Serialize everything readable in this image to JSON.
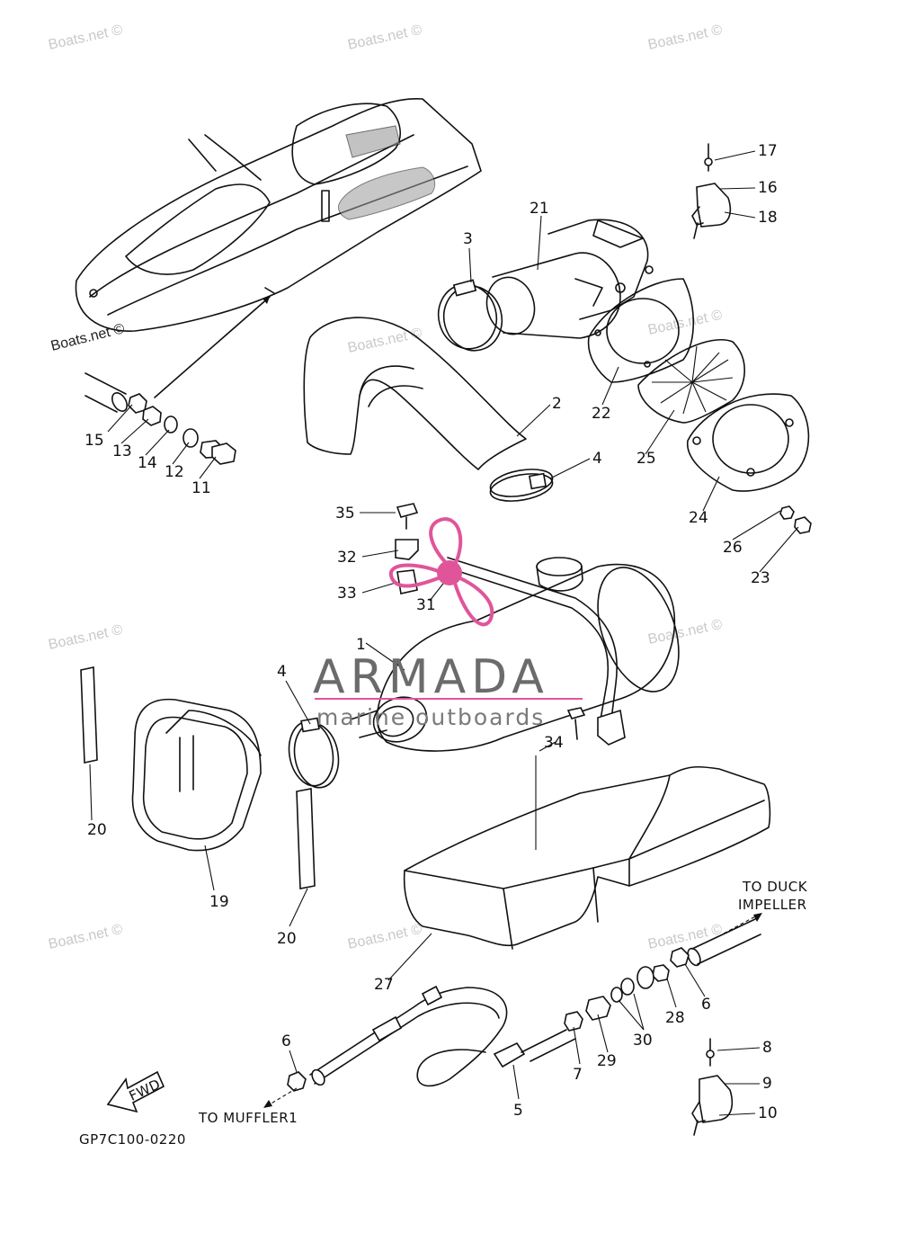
{
  "watermark": {
    "text": "Boats.net ©"
  },
  "brand": {
    "name": "ARMADA",
    "tagline": "marine outboards",
    "accent_color": "#e0559a",
    "text_color": "#6b6b6b"
  },
  "callouts": {
    "c1": "1",
    "c2": "2",
    "c3": "3",
    "c4a": "4",
    "c4b": "4",
    "c5": "5",
    "c6a": "6",
    "c6b": "6",
    "c7": "7",
    "c8": "8",
    "c9": "9",
    "c10": "10",
    "c11": "11",
    "c12": "12",
    "c13": "13",
    "c14": "14",
    "c15": "15",
    "c16": "16",
    "c17": "17",
    "c18": "18",
    "c19": "19",
    "c20a": "20",
    "c20b": "20",
    "c21": "21",
    "c22": "22",
    "c23": "23",
    "c24": "24",
    "c25": "25",
    "c26": "26",
    "c27": "27",
    "c28": "28",
    "c29": "29",
    "c30": "30",
    "c31": "31",
    "c32": "32",
    "c33": "33",
    "c34": "34",
    "c35": "35"
  },
  "notes": {
    "to_duck_line1": "TO DUCK",
    "to_duck_line2": "IMPELLER",
    "to_muffler": "TO MUFFLER1",
    "fwd": "FWD",
    "drawing_code": "GP7C100-0220"
  }
}
